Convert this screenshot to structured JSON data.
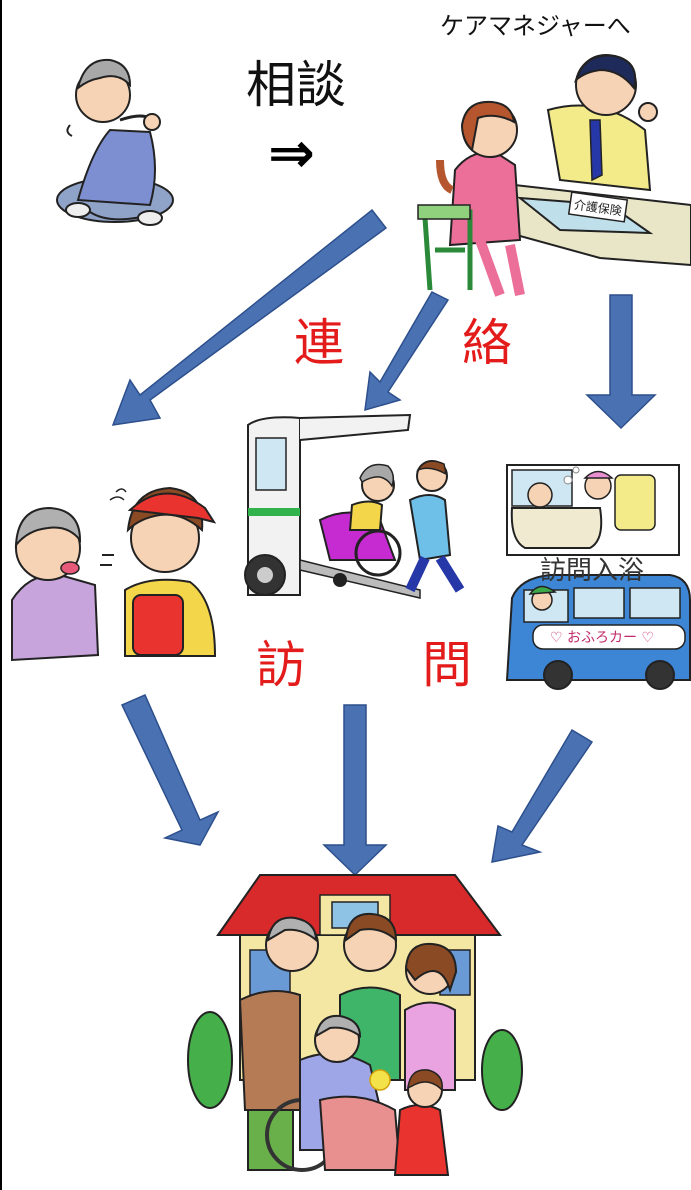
{
  "labels": {
    "care_manager": "ケアマネジャーへ",
    "consult": "相談",
    "implies": "⇒",
    "ren": "連",
    "raku": "絡",
    "hou": "訪",
    "mon": "問",
    "bath_service": "訪問入浴",
    "bath_car": "♡ おふろカー ♡",
    "care_doc": "介護保険"
  },
  "colors": {
    "arrow": "#4a72b3",
    "arrow_stroke": "#2d4f8c",
    "red_text": "#e31b1b",
    "house_roof": "#d82a2a",
    "house_wall": "#f4e7a3",
    "bus_body": "#3d86d6"
  }
}
